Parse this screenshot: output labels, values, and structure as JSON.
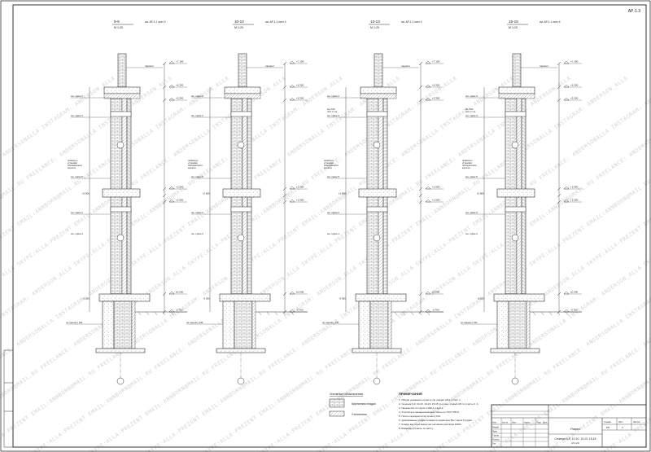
{
  "sheet": {
    "sheet_number_label": "АР-1.3"
  },
  "sections": [
    {
      "id": "s1",
      "title": "9-9",
      "scale": "М 1:20",
      "ref": "см. АР-1.1 лист 2"
    },
    {
      "id": "s2",
      "title": "10-10",
      "scale": "М 1:20",
      "ref": "см. АР-1.1 лист 4"
    },
    {
      "id": "s3",
      "title": "13-13",
      "scale": "М 1:20",
      "ref": "см. АР-1.1 лист 4"
    },
    {
      "id": "s4",
      "title": "15-15",
      "scale": "М 1:20",
      "ref": "см. АР-1.1 лист 4"
    }
  ],
  "levels": {
    "top": "+7.100",
    "upper": "+6.300",
    "upper2": "+5.300",
    "mid": "+2.900",
    "mid2": "+2.800",
    "mid3": "+2.500",
    "floor": "±0.000",
    "floor2": "-0.050",
    "ground": "-0.790"
  },
  "callouts": {
    "parapet": "парапет",
    "lintel": "см. прим.3",
    "lintel_b": "см. прим.4",
    "slab": "см. прим.5",
    "blockage": "примкнуть\nустановки\nоблицовочного\nкирпича",
    "insul": "см. ЮЖ\nлист 2 ч.м.",
    "foundation": "по проекту КЖ"
  },
  "legend": {
    "title": "Условные обозначения",
    "items": [
      {
        "label": "Кирпичная кладка"
      },
      {
        "label": "Утеплитель"
      }
    ]
  },
  "notes": {
    "title": "ПРИМЕЧАНИЯ",
    "items": [
      "1. Общие указания к проекту см. раздел АР-1.1 лист 1.",
      "2. Сечения 9-9, 10-10, 13-13, 15-15 по плану этажей АР-1.1 листы 2, 4.",
      "3. Перемычки по серии 1.038.1-1 вып.1.",
      "4. Утеплитель минераловатные плиты по ГОСТ 9573.",
      "5. Плиты перекрытия по проекту КЖ.",
      "6. Армирование кладки сетками из арматуры Вр-I через 5 рядов.",
      "7. Кладку вести на цементно-песчаном растворе М100.",
      "8. Размеры уточнить по месту."
    ]
  },
  "titleblock": {
    "rows": [
      "Изм.",
      "Кол.уч.",
      "Лист",
      "№док.",
      "Подп.",
      "Дата"
    ],
    "roles": [
      "Разраб.",
      "Пров.",
      "Т.контр.",
      "Н.контр.",
      "Утв."
    ],
    "stage_h": "Стадия",
    "sheet_h": "Лист",
    "sheets_h": "Листов",
    "stage": "РП",
    "sheet": "3",
    "drawing_name": "Сечения 9-9, 10-10, 13-13, 15-15",
    "drawing_scale": "М 1:20",
    "object": "Разрез"
  },
  "watermark": "SKYPE:ALLA-PREZENT   EMAIL:ANNBORN@MAIL.RU   FREELANCE: ANDERSONALLA   INSTAGRAM: ANDERSON_ALLA",
  "colors": {
    "line": "#333333",
    "brick_hatch": "#555555",
    "watermark": "#9aa0a6"
  }
}
